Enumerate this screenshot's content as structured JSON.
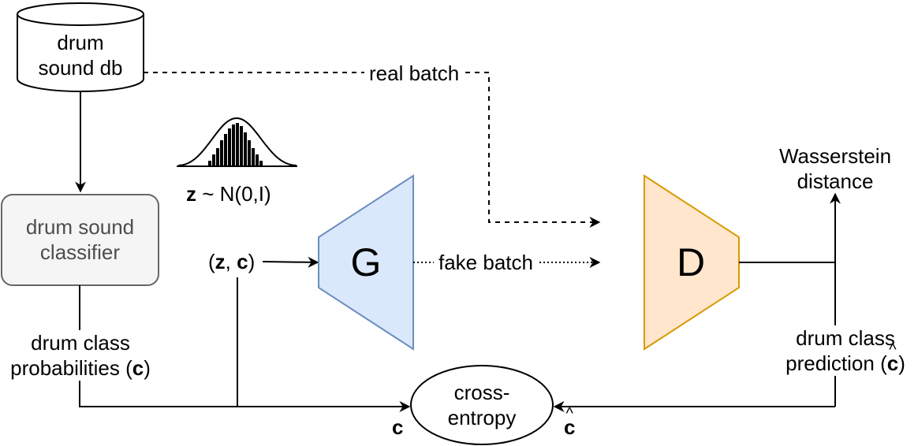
{
  "nodes": {
    "db": {
      "line1": "drum",
      "line2": "sound db"
    },
    "classifier": {
      "line1": "drum sound",
      "line2": "classifier"
    },
    "generator": {
      "label": "G"
    },
    "discriminator": {
      "label": "D"
    },
    "cross_entropy": {
      "line1": "cross-",
      "line2": "entropy"
    },
    "noise": {
      "z": "z",
      "dist": " ~ N(0,I)"
    }
  },
  "edges": {
    "real_batch": "real batch",
    "fake_batch": "fake batch",
    "gen_input": {
      "open": "(",
      "z": "z",
      "sep": ", ",
      "c": "c",
      "close": ")"
    },
    "class_probs": {
      "line1": "drum class",
      "line2_prefix": "probabilities (",
      "c": "c",
      "close": ")"
    },
    "class_pred": {
      "line1": "drum class",
      "line2_prefix": "prediction (",
      "c": "c",
      "close": ")"
    },
    "wasserstein": {
      "line1": "Wasserstein",
      "line2": "distance"
    },
    "ce_c": "c",
    "ce_chat": "c"
  },
  "colors": {
    "generator_fill": "#dae8fc",
    "generator_stroke": "#6c8ebf",
    "discriminator_fill": "#ffe6cc",
    "discriminator_stroke": "#d79b00",
    "classifier_fill": "#f5f5f5",
    "classifier_stroke": "#666666"
  }
}
